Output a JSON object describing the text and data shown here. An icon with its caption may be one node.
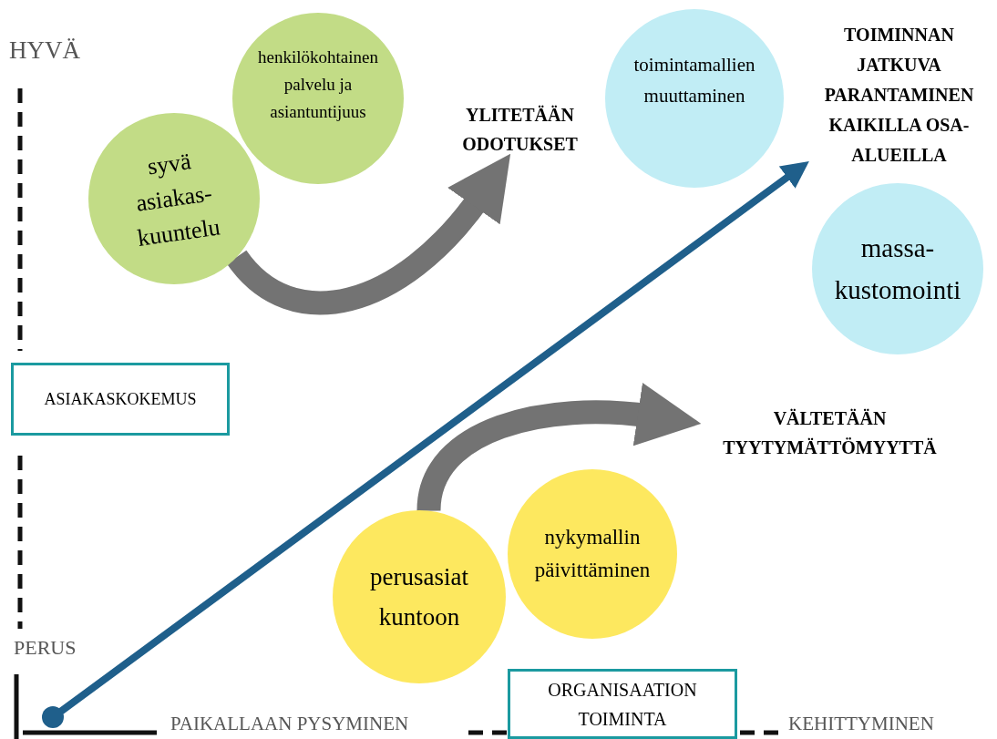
{
  "diagram": {
    "nodes": [
      {
        "text": [
          "syvä asiakas- kuuntelu"
        ]
      },
      {
        "text": [
          "henkilökohtainen palvelu ja asiantuntijuus"
        ]
      },
      {
        "text": [
          "YLITETÄÄN ODOTUKSET"
        ]
      },
      {
        "text": [
          "toimintamallien muuttaminen"
        ]
      },
      {
        "text": [
          "TOIMINNAN JATKUVA PARANTAMINEN KAIKILLA OSA-ALUEILLA"
        ]
      },
      {
        "text": [
          "massa- kustomointi"
        ]
      },
      {
        "text": [
          "ASIAKASKOKEMUS"
        ]
      },
      {
        "text": [
          "VÄLTETÄÄN TYYTYMÄTTÖMYYTTÄ"
        ]
      },
      {
        "text": [
          "nykymallin päivittäminen"
        ]
      },
      {
        "text": [
          "perusasiat kuntoon"
        ]
      },
      {
        "text": [
          "ORGANISAATION TOIMINTA"
        ]
      },
      {
        "text": [],
        "shape": "circle"
      }
    ],
    "edges": [
      {
        "from": 0,
        "to": 2,
        "arrow": "to"
      },
      {
        "from": 9,
        "to": 7,
        "arrow": "to"
      },
      {
        "from": 11,
        "to": 4,
        "arrow": "to",
        "color": "#1f5f8b"
      }
    ],
    "labels": [
      "HYVÄ",
      "PERUS",
      "PAIKALLAAN PYSYMINEN",
      "KEHITTYMINEN"
    ]
  }
}
